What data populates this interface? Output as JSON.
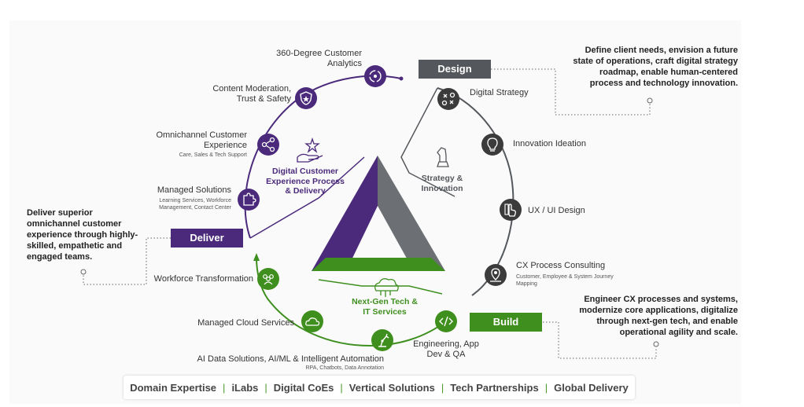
{
  "colors": {
    "purple": "#4b2a7b",
    "gray": "#54575b",
    "green": "#3f8f1f",
    "gray_dark": "#3b3b3b"
  },
  "phases": {
    "design": {
      "label": "Design",
      "description": "Define client needs, envision a future state of operations, craft digital strategy roadmap, enable human-centered process and technology innovation."
    },
    "deliver": {
      "label": "Deliver",
      "description": "Deliver superior omnichannel customer experience through highly-skilled, empathetic and engaged teams."
    },
    "build": {
      "label": "Build",
      "description": "Engineer CX processes and systems, modernize core applications, digitalize through next-gen tech, and enable operational agility and scale."
    }
  },
  "center": {
    "cx": "Digital Customer Experience Process & Delivery",
    "strategy": "Strategy & Innovation",
    "tech": "Next-Gen Tech & IT Services"
  },
  "deliver_nodes": [
    {
      "name": "360-Degree Customer Analytics",
      "icon": "cycle-icon"
    },
    {
      "name": "Content Moderation, Trust & Safety",
      "icon": "shield-icon"
    },
    {
      "name": "Omnichannel Customer Experience",
      "sub": "Care, Sales & Tech Support",
      "icon": "share-icon"
    },
    {
      "name": "Managed Solutions",
      "sub": "Learning Services, Workforce Management, Contact Center",
      "icon": "puzzle-icon"
    }
  ],
  "design_nodes": [
    {
      "name": "Digital Strategy",
      "icon": "strategy-icon"
    },
    {
      "name": "Innovation Ideation",
      "icon": "lightbulb-icon"
    },
    {
      "name": "UX / UI Design",
      "icon": "hand-touch-icon"
    },
    {
      "name": "CX Process Consulting",
      "sub": "Customer, Employee & System Journey Mapping",
      "icon": "map-pin-icon"
    }
  ],
  "build_nodes": [
    {
      "name": "Workforce Transformation",
      "icon": "people-icon"
    },
    {
      "name": "Managed Cloud Services",
      "icon": "cloud-icon"
    },
    {
      "name": "AI Data Solutions, AI/ML & Intelligent Automation",
      "sub": "RPA, Chatbots, Data Annotation",
      "icon": "robot-arm-icon"
    },
    {
      "name": "Engineering, App Dev & QA",
      "icon": "code-icon"
    }
  ],
  "footer": [
    "Domain Expertise",
    "iLabs",
    "Digital CoEs",
    "Vertical Solutions",
    "Tech Partnerships",
    "Global Delivery"
  ]
}
